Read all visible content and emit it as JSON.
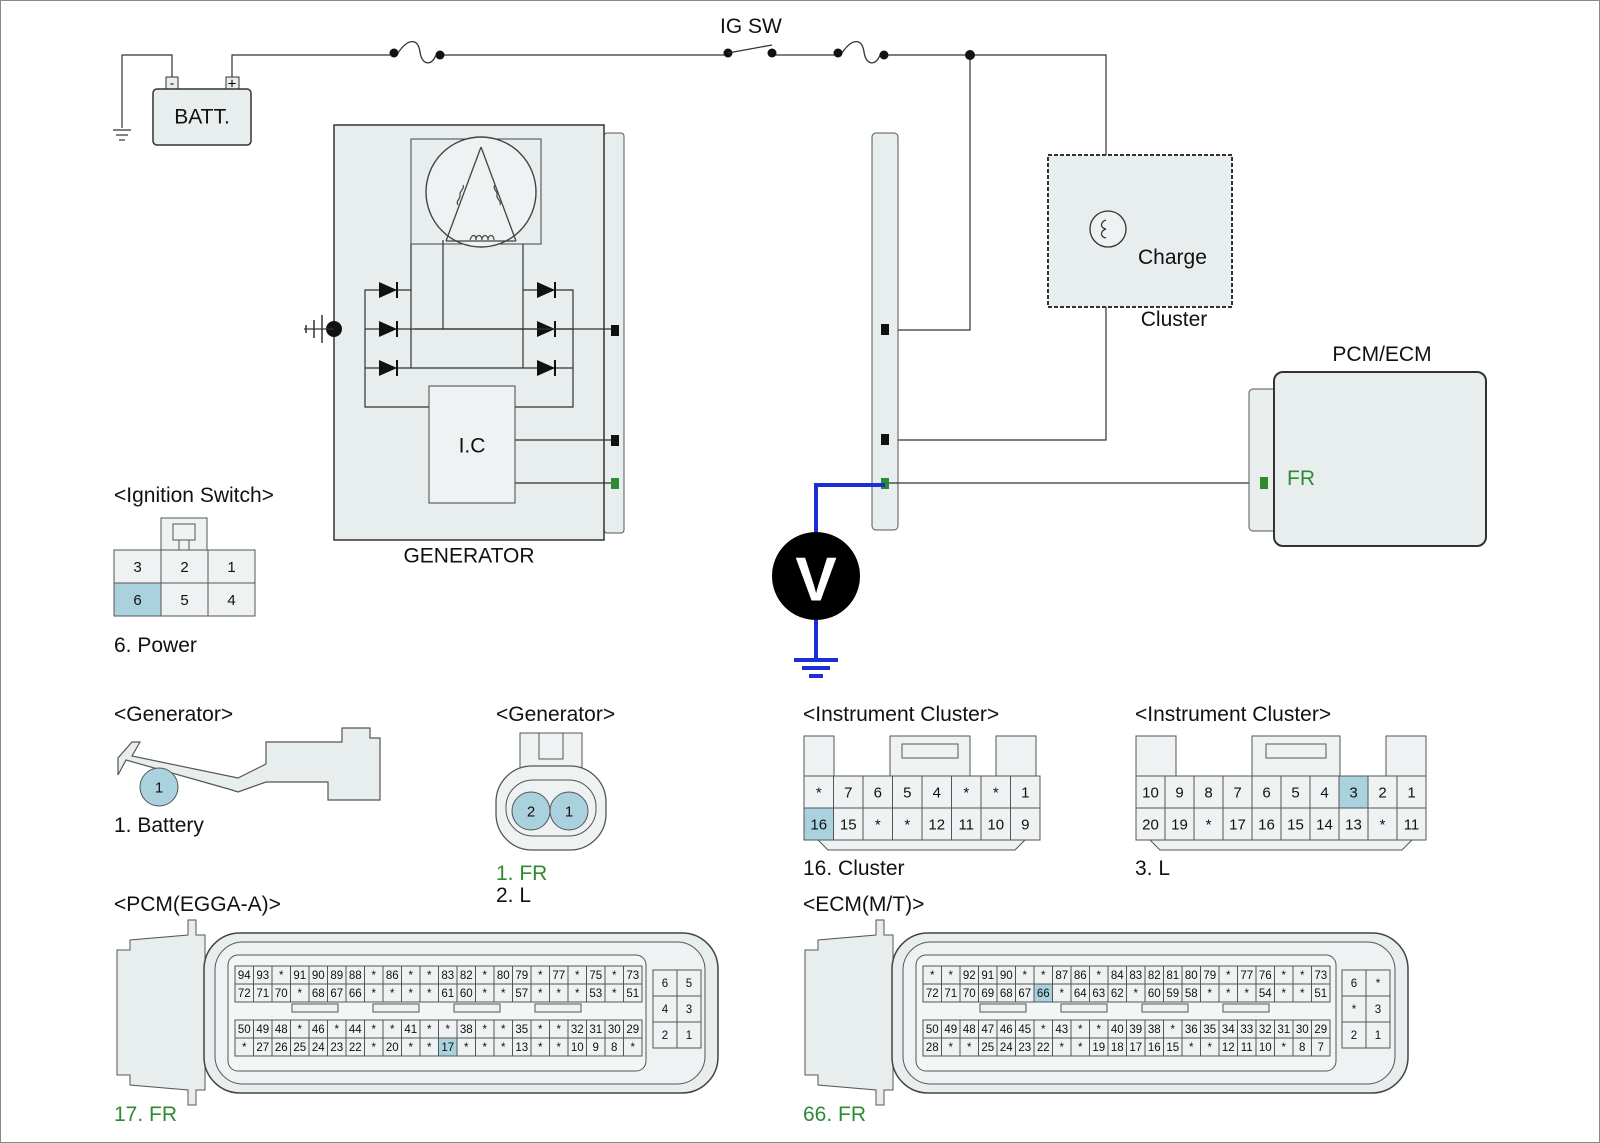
{
  "top": {
    "ig_sw": "IG SW",
    "batt": "BATT.",
    "batt_minus": "-",
    "batt_plus": "+"
  },
  "generator": {
    "label": "GENERATOR",
    "ic": "I.C"
  },
  "cluster": {
    "label": "Cluster",
    "lamp": "Charge"
  },
  "pcm_ecm": {
    "label": "PCM/ECM",
    "pin": "FR"
  },
  "voltmeter": "V",
  "ignition_switch": {
    "title": "<Ignition Switch>",
    "rows": [
      [
        "3",
        "2",
        "1"
      ],
      [
        "6",
        "5",
        "4"
      ]
    ],
    "highlight": "6",
    "caption": "6. Power"
  },
  "gen_terminal": {
    "title": "<Generator>",
    "pin": "1",
    "caption": "1. Battery"
  },
  "gen_connector": {
    "title": "<Generator>",
    "pins": [
      "2",
      "1"
    ],
    "caption1": "1. FR",
    "caption2": "2. L"
  },
  "cluster_a": {
    "title": "<Instrument Cluster>",
    "rows": [
      [
        "*",
        "7",
        "6",
        "5",
        "4",
        "*",
        "*",
        "1"
      ],
      [
        "16",
        "15",
        "*",
        "*",
        "12",
        "11",
        "10",
        "9"
      ]
    ],
    "highlight": "16",
    "caption": "16. Cluster"
  },
  "cluster_b": {
    "title": "<Instrument Cluster>",
    "rows": [
      [
        "10",
        "9",
        "8",
        "7",
        "6",
        "5",
        "4",
        "3",
        "2",
        "1"
      ],
      [
        "20",
        "19",
        "*",
        "17",
        "16",
        "15",
        "14",
        "13",
        "*",
        "11"
      ]
    ],
    "highlight": "3",
    "caption": "3. L"
  },
  "pcm_egga": {
    "title": "<PCM(EGGA-A)>",
    "rows": [
      [
        "94",
        "93",
        "*",
        "91",
        "90",
        "89",
        "88",
        "*",
        "86",
        "*",
        "*",
        "83",
        "82",
        "*",
        "80",
        "79",
        "*",
        "77",
        "*",
        "75",
        "*",
        "73"
      ],
      [
        "72",
        "71",
        "70",
        "*",
        "68",
        "67",
        "66",
        "*",
        "*",
        "*",
        "*",
        "61",
        "60",
        "*",
        "*",
        "57",
        "*",
        "*",
        "*",
        "53",
        "*",
        "51"
      ],
      [
        "50",
        "49",
        "48",
        "*",
        "46",
        "*",
        "44",
        "*",
        "*",
        "41",
        "*",
        "*",
        "38",
        "*",
        "*",
        "35",
        "*",
        "*",
        "32",
        "31",
        "30",
        "29"
      ],
      [
        "*",
        "27",
        "26",
        "25",
        "24",
        "23",
        "22",
        "*",
        "20",
        "*",
        "*",
        "17",
        "*",
        "*",
        "*",
        "13",
        "*",
        "*",
        "10",
        "9",
        "8",
        "*"
      ]
    ],
    "side": [
      [
        "6",
        "5"
      ],
      [
        "4",
        "3"
      ],
      [
        "2",
        "1"
      ]
    ],
    "highlight": "17",
    "caption": "17. FR"
  },
  "ecm_mt": {
    "title": "<ECM(M/T)>",
    "rows": [
      [
        "*",
        "*",
        "92",
        "91",
        "90",
        "*",
        "*",
        "87",
        "86",
        "*",
        "84",
        "83",
        "82",
        "81",
        "80",
        "79",
        "*",
        "77",
        "76",
        "*",
        "*",
        "73"
      ],
      [
        "72",
        "71",
        "70",
        "69",
        "68",
        "67",
        "66",
        "*",
        "64",
        "63",
        "62",
        "*",
        "60",
        "59",
        "58",
        "*",
        "*",
        "*",
        "54",
        "*",
        "*",
        "51"
      ],
      [
        "50",
        "49",
        "48",
        "47",
        "46",
        "45",
        "*",
        "43",
        "*",
        "*",
        "40",
        "39",
        "38",
        "*",
        "36",
        "35",
        "34",
        "33",
        "32",
        "31",
        "30",
        "29"
      ],
      [
        "28",
        "*",
        "*",
        "25",
        "24",
        "23",
        "22",
        "*",
        "*",
        "19",
        "18",
        "17",
        "16",
        "15",
        "*",
        "*",
        "12",
        "11",
        "10",
        "*",
        "8",
        "7"
      ]
    ],
    "side": [
      [
        "6",
        "*"
      ],
      [
        "*",
        "3"
      ],
      [
        "2",
        "1"
      ]
    ],
    "highlight": "66",
    "caption": "66. FR"
  },
  "colors": {
    "highlight_pin": "#a9d2de",
    "fr_green": "#2e8b34",
    "meter_wire": "#1a2fd6",
    "body": "#e8eeee"
  }
}
